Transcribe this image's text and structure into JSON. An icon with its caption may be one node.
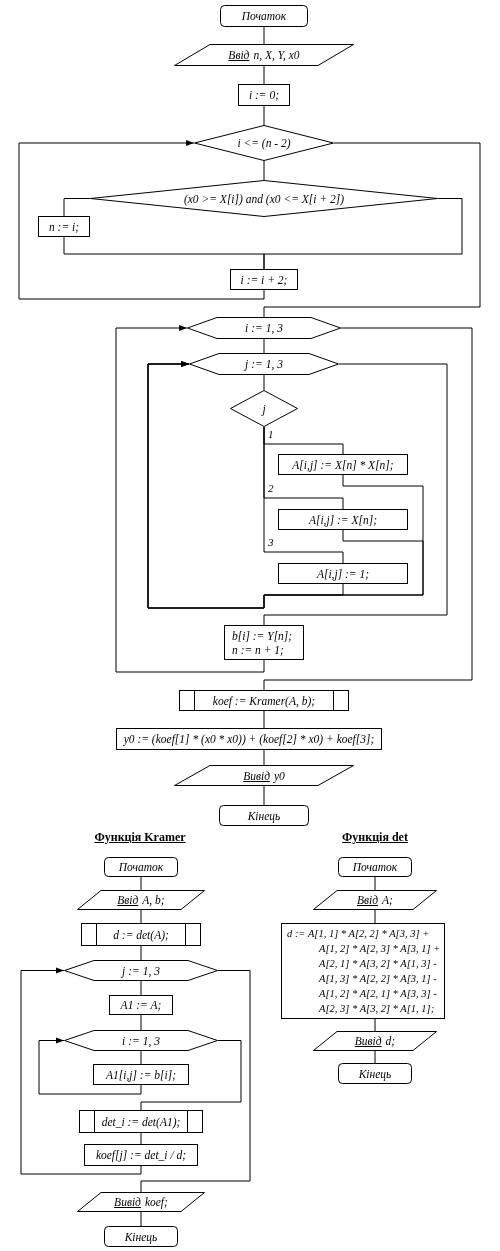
{
  "diagram": {
    "nodes": [
      {
        "text": [
          "Початок"
        ]
      },
      {
        "text": [
          "Ввід",
          "n, X, Y, x0"
        ]
      },
      {
        "text": [
          "i := 0;"
        ]
      },
      {
        "text": [
          "i <= (n  - 2)"
        ]
      },
      {
        "text": [
          "(x0 >= X[i]) and (x0 <= X[i + 2])"
        ]
      },
      {
        "text": [
          "n := i;"
        ]
      },
      {
        "text": [
          "i := i + 2;"
        ]
      },
      {
        "text": [
          "i := 1, 3"
        ]
      },
      {
        "text": [
          "j := 1, 3"
        ]
      },
      {
        "text": [
          "j"
        ]
      },
      {
        "text": [
          "A[i,j] := X[n] * X[n];"
        ]
      },
      {
        "text": [
          "A[i,j] := X[n];"
        ]
      },
      {
        "text": [
          "A[i,j] := 1;"
        ]
      },
      {
        "text": [
          "b[i] := Y[n];",
          "n := n + 1;"
        ]
      },
      {
        "text": [
          "koef := Kramer(A, b);"
        ]
      },
      {
        "text": [
          "y0 := (koef[1] * (x0 * x0)) + (koef[2] * x0) + koef[3];"
        ]
      },
      {
        "text": [
          "Вивід",
          "y0"
        ]
      },
      {
        "text": [
          "Кінець"
        ]
      },
      {
        "text": [
          "Початок"
        ]
      },
      {
        "text": [
          "Ввід",
          "A, b;"
        ]
      },
      {
        "text": [
          "d := det(A);"
        ]
      },
      {
        "text": [
          "j := 1, 3"
        ]
      },
      {
        "text": [
          "A1 := A;"
        ]
      },
      {
        "text": [
          "i := 1, 3"
        ]
      },
      {
        "text": [
          "A1[i,j] := b[i];"
        ]
      },
      {
        "text": [
          "det_i := det(A1);"
        ]
      },
      {
        "text": [
          "koef[j] := det_i / d;"
        ]
      },
      {
        "text": [
          "Вивід",
          "koef;"
        ]
      },
      {
        "text": [
          "Кінець"
        ]
      },
      {
        "text": [
          "Початок"
        ]
      },
      {
        "text": [
          "Ввід",
          "A;"
        ]
      },
      {
        "text": [
          "d := A[1, 1] * A[2, 2] * A[3, 3] + A[1, 2] * A[2, 3] * A[3, 1] + A[2, 1] * A[3, 2] * A[1, 3] - A[1, 3] * A[2, 2] * A[3, 1] - A[1, 2] * A[2, 1] * A[3, 3] - A[2, 3] * A[3, 2] * A[1, 1];"
        ]
      },
      {
        "text": [
          "Вивід",
          "d;"
        ]
      },
      {
        "text": [
          "Кінець"
        ]
      }
    ],
    "edges": [
      {
        "from": 0,
        "to": 1,
        "arrow": "none"
      },
      {
        "from": 1,
        "to": 2,
        "arrow": "none"
      },
      {
        "from": 2,
        "to": 3,
        "arrow": "none"
      },
      {
        "from": 3,
        "to": 4,
        "arrow": "none"
      },
      {
        "from": 4,
        "to": 5,
        "arrow": "none"
      },
      {
        "from": 5,
        "to": 6,
        "arrow": "none"
      },
      {
        "from": 4,
        "to": 6,
        "arrow": "none"
      },
      {
        "from": 6,
        "to": 3,
        "arrow": "to"
      },
      {
        "from": 3,
        "to": 7,
        "arrow": "none"
      },
      {
        "from": 7,
        "to": 8,
        "arrow": "none"
      },
      {
        "from": 8,
        "to": 9,
        "arrow": "none"
      },
      {
        "from": 9,
        "to": 10,
        "arrow": "none",
        "label": "1"
      },
      {
        "from": 9,
        "to": 11,
        "arrow": "none",
        "label": "2"
      },
      {
        "from": 9,
        "to": 12,
        "arrow": "none",
        "label": "3"
      },
      {
        "from": 10,
        "to": 8,
        "arrow": "to"
      },
      {
        "from": 11,
        "to": 8,
        "arrow": "to"
      },
      {
        "from": 12,
        "to": 8,
        "arrow": "to"
      },
      {
        "from": 8,
        "to": 13,
        "arrow": "none"
      },
      {
        "from": 13,
        "to": 7,
        "arrow": "to"
      },
      {
        "from": 7,
        "to": 14,
        "arrow": "none"
      },
      {
        "from": 14,
        "to": 15,
        "arrow": "none"
      },
      {
        "from": 15,
        "to": 16,
        "arrow": "none"
      },
      {
        "from": 16,
        "to": 17,
        "arrow": "none"
      },
      {
        "from": 18,
        "to": 19,
        "arrow": "none"
      },
      {
        "from": 19,
        "to": 20,
        "arrow": "none"
      },
      {
        "from": 20,
        "to": 21,
        "arrow": "none"
      },
      {
        "from": 21,
        "to": 22,
        "arrow": "none"
      },
      {
        "from": 22,
        "to": 23,
        "arrow": "none"
      },
      {
        "from": 23,
        "to": 24,
        "arrow": "none"
      },
      {
        "from": 24,
        "to": 23,
        "arrow": "to"
      },
      {
        "from": 23,
        "to": 25,
        "arrow": "none"
      },
      {
        "from": 25,
        "to": 26,
        "arrow": "none"
      },
      {
        "from": 26,
        "to": 21,
        "arrow": "to"
      },
      {
        "from": 21,
        "to": 27,
        "arrow": "none"
      },
      {
        "from": 27,
        "to": 28,
        "arrow": "none"
      },
      {
        "from": 29,
        "to": 30,
        "arrow": "none"
      },
      {
        "from": 30,
        "to": 31,
        "arrow": "none"
      },
      {
        "from": 31,
        "to": 32,
        "arrow": "none"
      },
      {
        "from": 32,
        "to": 33,
        "arrow": "none"
      }
    ],
    "labels": [
      "Функція Kramer",
      "Функція det"
    ]
  }
}
